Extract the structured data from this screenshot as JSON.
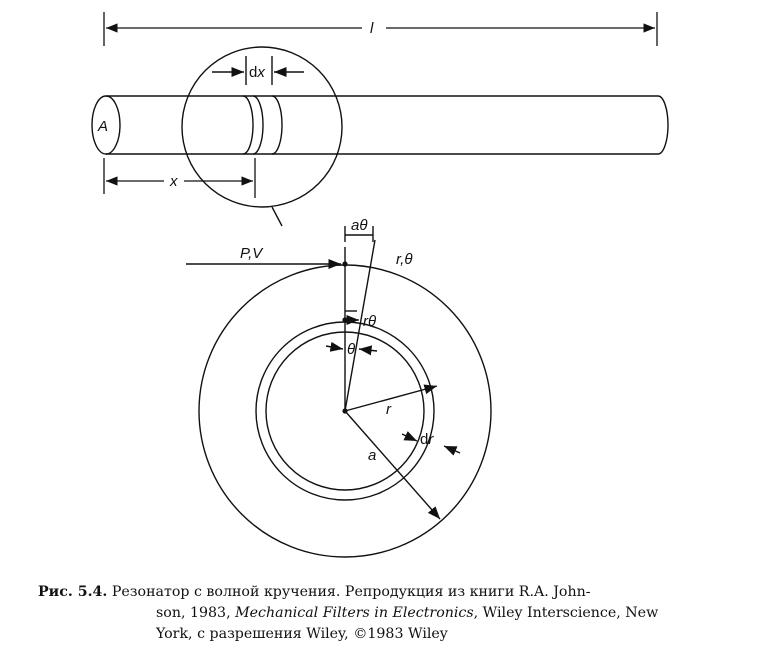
{
  "diagram": {
    "labels": {
      "length": "l",
      "area": "A",
      "dx": "dx",
      "x": "x",
      "a_theta": "aθ",
      "r_theta": "r,θ",
      "P_V": "P,V",
      "r_theta_small": "rθ",
      "theta": "θ",
      "r": "r",
      "dr": "dr",
      "a": "a"
    }
  },
  "caption": {
    "number": "Рис. 5.4.",
    "line1": "Резонатор с волной кручения. Репродукция из книги R.A. John-",
    "line2_a": "son, 1983, ",
    "line2_book": "Mechanical Filters in Electronics",
    "line2_b": ", Wiley Interscience, New",
    "line3": "York, с разрешения Wiley, ©1983 Wiley"
  }
}
